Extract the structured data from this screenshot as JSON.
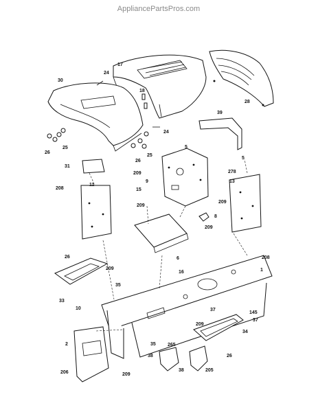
{
  "watermark": "AppliancePartsPros.com",
  "callouts": {
    "c17": "17",
    "c28": "28",
    "c30": "30",
    "c24a": "24",
    "c18": "18",
    "c39": "39",
    "c25a": "25",
    "c26a": "26",
    "c24b": "24",
    "c25b": "25",
    "c26b": "26",
    "c5a": "5",
    "c5b": "5",
    "c31": "31",
    "c11": "11",
    "c209a": "209",
    "c278": "278",
    "c9": "9",
    "c13": "13",
    "c208a": "208",
    "c15": "15",
    "c209b": "209",
    "c8": "8",
    "c209c": "209",
    "c209d": "209",
    "c208b": "208",
    "c6": "6",
    "c26c": "26",
    "c209e": "209",
    "c16": "16",
    "c1": "1",
    "c35a": "35",
    "c33": "33",
    "c10": "10",
    "c145": "145",
    "c37a": "37",
    "c37b": "37",
    "c209f": "209",
    "c34": "34",
    "c2": "2",
    "c35b": "35",
    "c265": "265",
    "c38a": "38",
    "c26d": "26",
    "c206": "206",
    "c209g": "209",
    "c38b": "38",
    "c205": "205"
  }
}
